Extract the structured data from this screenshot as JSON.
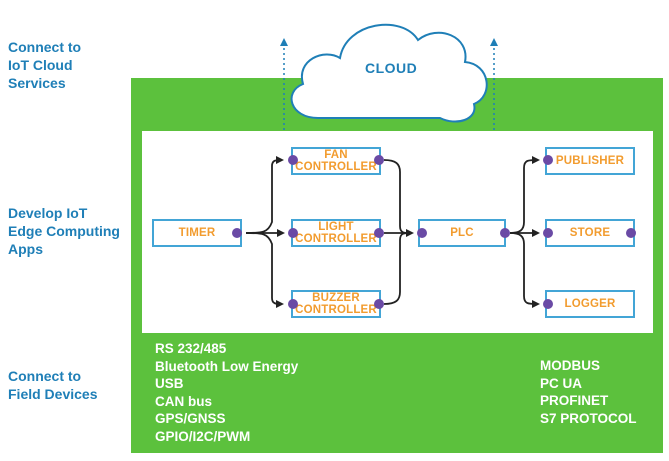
{
  "side_labels": {
    "cloud": [
      "Connect to",
      "IoT Cloud",
      "Services"
    ],
    "edge": [
      "Develop IoT",
      "Edge Computing",
      "Apps"
    ],
    "field": [
      "Connect to",
      "Field Devices"
    ]
  },
  "cloud": {
    "label": "CLOUD"
  },
  "nodes": {
    "timer": [
      "TIMER"
    ],
    "fan_controller": [
      "FAN",
      "CONTROLLER"
    ],
    "light_controller": [
      "LIGHT",
      "CONTROLLER"
    ],
    "buzzer_controller": [
      "BUZZER",
      "CONTROLLER"
    ],
    "plc": [
      "PLC"
    ],
    "publisher": [
      "PUBLISHER"
    ],
    "store": [
      "STORE"
    ],
    "logger": [
      "LOGGER"
    ]
  },
  "interfaces": [
    "RS 232/485",
    "Bluetooth Low Energy",
    "USB",
    "CAN bus",
    "GPS/GNSS",
    "GPIO/I2C/PWM"
  ],
  "protocols": [
    "MODBUS",
    "PC UA",
    "PROFINET",
    "S7 PROTOCOL"
  ],
  "colors": {
    "accent_blue": "#1f7fb7",
    "panel_green": "#5cc13d",
    "node_text_orange": "#f29c2f",
    "node_border_blue": "#43a5d6",
    "port_purple": "#6a4aa5"
  }
}
